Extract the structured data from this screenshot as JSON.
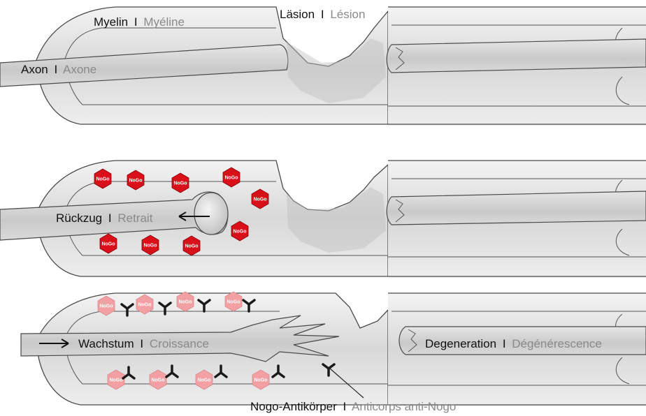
{
  "labels": {
    "myelin_de": "Myelin",
    "myelin_fr": "Myéline",
    "lesion_de": "Läsion",
    "lesion_fr": "Lésion",
    "axon_de": "Axon",
    "axon_fr": "Axone",
    "retreat_de": "Rückzug",
    "retreat_fr": "Retrait",
    "growth_de": "Wachstum",
    "growth_fr": "Croissance",
    "degeneration_de": "Degeneration",
    "degeneration_fr": "Dégénérescence",
    "antibody_de": "Nogo-Antikörper",
    "antibody_fr": "Anticorps anti-Nogo",
    "separator": "I",
    "nogo": "NoGo"
  },
  "colors": {
    "nogo_active": "#d9101a",
    "nogo_blocked": "#f2a0a4",
    "antibody": "#1a1a1a",
    "myelin_fill": "#ebebeb",
    "axon_fill": "#dcdcdc",
    "outline": "#4a4a4a"
  }
}
